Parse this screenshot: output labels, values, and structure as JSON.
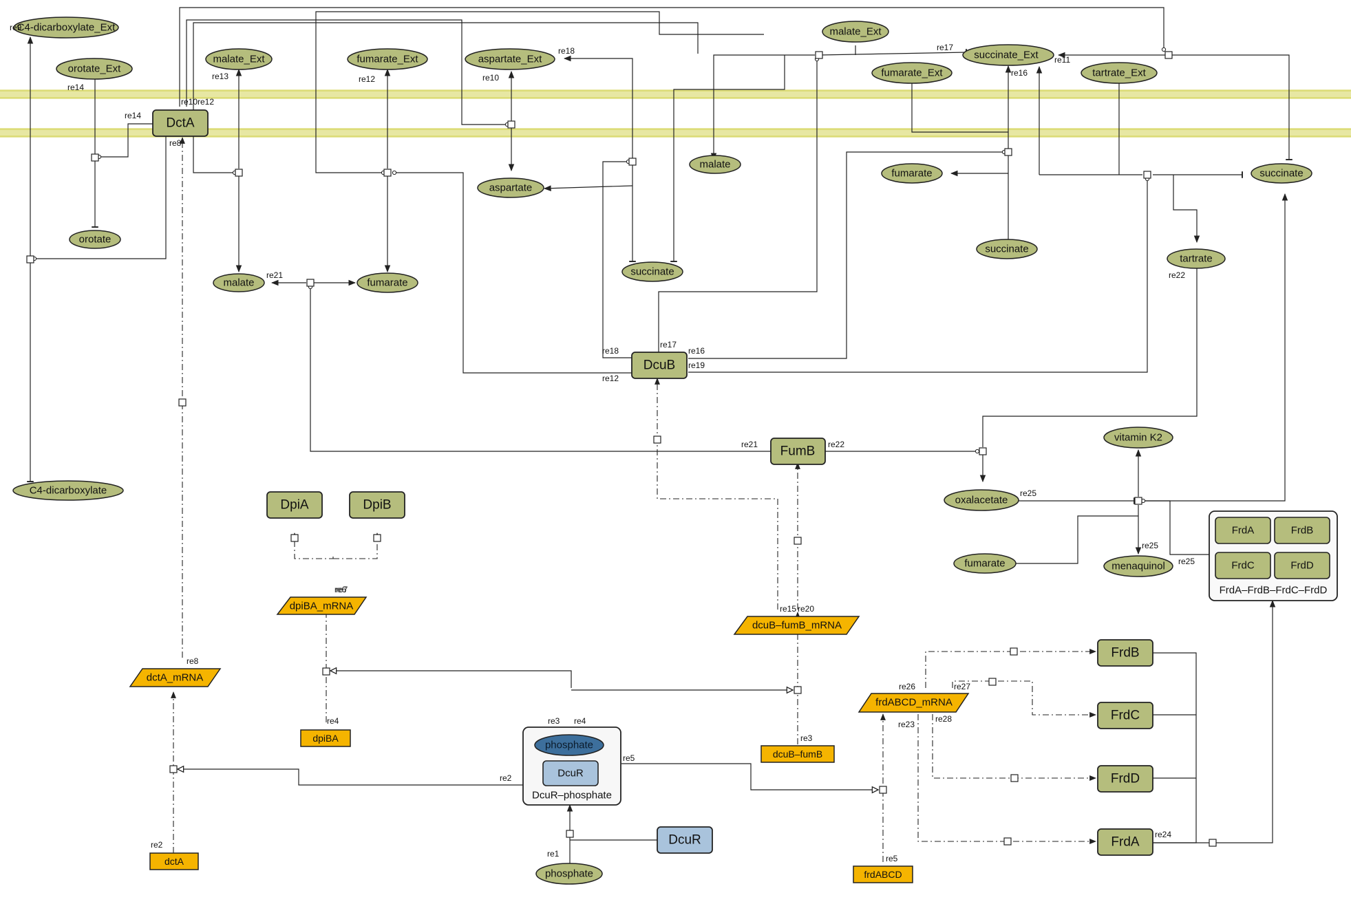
{
  "colors": {
    "metabolite_fill": "#b5bd7d",
    "protein_fill": "#b5bd7d",
    "mrna_fill": "#f5b400",
    "gene_fill": "#f5b400",
    "membrane": "#e7e7a3",
    "complex_fill": "#f7f7f7",
    "phosphate_dark": "#3d6f9c",
    "dcur_fill": "#a9c3dc",
    "line": "#222222"
  },
  "nodes": {
    "c4_ext": "C4-dicarboxylate_Ext",
    "orotate_ext": "orotate_Ext",
    "malate_ext_1": "malate_Ext",
    "fumarate_ext_1": "fumarate_Ext",
    "aspartate_ext": "aspartate_Ext",
    "malate_ext_2": "malate_Ext",
    "succinate_ext": "succinate_Ext",
    "fumarate_ext_2": "fumarate_Ext",
    "tartrate_ext": "tartrate_Ext",
    "dcta": "DctA",
    "orotate": "orotate",
    "aspartate": "aspartate",
    "malate_in_top": "malate",
    "fumarate_in_right": "fumarate",
    "succinate_in_right": "succinate",
    "succinate_in_far": "succinate",
    "tartrate": "tartrate",
    "malate_in": "malate",
    "fumarate_in": "fumarate",
    "succinate_in_mid": "succinate",
    "dcub": "DcuB",
    "c4_in": "C4-dicarboxylate",
    "fumb": "FumB",
    "vitamin_k2": "vitamin K2",
    "oxalacetate": "oxalacetate",
    "fumarate_low": "fumarate",
    "menaquinol": "menaquinol",
    "dpia": "DpiA",
    "dpib": "DpiB",
    "dpiba_mrna": "dpiBA_mRNA",
    "dcub_fumb_mrna": "dcuB–fumB_mRNA",
    "dcta_mrna": "dctA_mRNA",
    "frdabcd_mrna": "frdABCD_mRNA",
    "dpiba_gene": "dpiBA",
    "dcub_fumb_gene": "dcuB–fumB",
    "dcta_gene": "dctA",
    "frdabcd_gene": "frdABCD",
    "phosphate_bound": "phosphate",
    "dcur_bound": "DcuR",
    "complex_label": "DcuR–phosphate",
    "phosphate": "phosphate",
    "dcur": "DcuR",
    "frdb": "FrdB",
    "frdc": "FrdC",
    "frdd": "FrdD",
    "frda": "FrdA",
    "frd_complex_label": "FrdA–FrdB–FrdC–FrdD",
    "frd_sub_a": "FrdA",
    "frd_sub_b": "FrdB",
    "frd_sub_c": "FrdC",
    "frd_sub_d": "FrdD"
  },
  "reaction_labels": [
    "re9",
    "re14",
    "re14",
    "re13",
    "re12",
    "re10",
    "re18",
    "re12",
    "re10",
    "re16",
    "re17",
    "re11",
    "re8",
    "re21",
    "re22",
    "re18",
    "re17",
    "re16",
    "re12",
    "re19",
    "re21",
    "re22",
    "re25",
    "re25",
    "re25",
    "re6",
    "re7",
    "re15",
    "re20",
    "re8",
    "re3",
    "re4",
    "re4",
    "re3",
    "re2",
    "re5",
    "re26",
    "re27",
    "re23",
    "re28",
    "re24",
    "re1",
    "re2",
    "re5"
  ]
}
